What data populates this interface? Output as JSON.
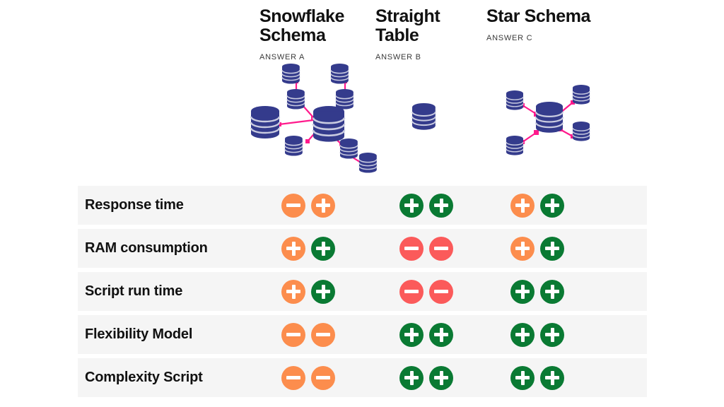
{
  "palette": {
    "orange": "#fc8d4d",
    "green": "#0a7a33",
    "red": "#fb5a5a",
    "db_fill": "#343b8c",
    "db_band": "#c9cbe0",
    "connector": "#ff1a8c",
    "row_bg": "#f5f5f5",
    "page_bg": "#ffffff",
    "text": "#111111"
  },
  "columns": [
    {
      "title": "Snowflake\nSchema",
      "answer": "ANSWER A",
      "diagram": "snowflake-schema-diagram"
    },
    {
      "title": "Straight\nTable",
      "answer": "ANSWER B",
      "diagram": "straight-table-diagram"
    },
    {
      "title": "Star Schema",
      "answer": "ANSWER C",
      "diagram": "star-schema-diagram"
    }
  ],
  "rows": [
    {
      "label": "Response time",
      "ratings": {
        "a": [
          "minus-orange",
          "plus-orange"
        ],
        "b": [
          "plus-green",
          "plus-green"
        ],
        "c": [
          "plus-orange",
          "plus-green"
        ]
      }
    },
    {
      "label": "RAM consumption",
      "ratings": {
        "a": [
          "plus-orange",
          "plus-green"
        ],
        "b": [
          "minus-red",
          "minus-red"
        ],
        "c": [
          "plus-orange",
          "plus-green"
        ]
      }
    },
    {
      "label": "Script run time",
      "ratings": {
        "a": [
          "plus-orange",
          "plus-green"
        ],
        "b": [
          "minus-red",
          "minus-red"
        ],
        "c": [
          "plus-green",
          "plus-green"
        ]
      }
    },
    {
      "label": "Flexibility Model",
      "ratings": {
        "a": [
          "minus-orange",
          "minus-orange"
        ],
        "b": [
          "plus-green",
          "plus-green"
        ],
        "c": [
          "plus-green",
          "plus-green"
        ]
      }
    },
    {
      "label": "Complexity Script",
      "ratings": {
        "a": [
          "minus-orange",
          "minus-orange"
        ],
        "b": [
          "plus-green",
          "plus-green"
        ],
        "c": [
          "plus-green",
          "plus-green"
        ]
      }
    }
  ]
}
